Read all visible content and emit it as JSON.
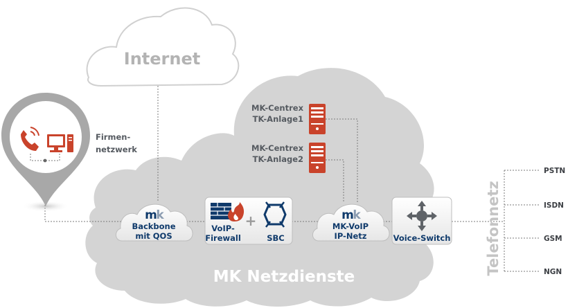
{
  "internet": {
    "label": "Internet"
  },
  "company_network": {
    "label_line1": "Firmen-",
    "label_line2": "netzwerk"
  },
  "cloud": {
    "label": "MK Netzdienste"
  },
  "servers": [
    {
      "line1": "MK-Centrex",
      "line2": "TK-Anlage1"
    },
    {
      "line1": "MK-Centrex",
      "line2": "TK-Anlage2"
    }
  ],
  "nodes": {
    "backbone": {
      "logo": "mk",
      "line1": "Backbone",
      "line2": "mit QOS"
    },
    "firewall": {
      "line1": "VoIP-",
      "line2": "Firewall",
      "plus": "+",
      "sbc": "SBC"
    },
    "voip": {
      "logo": "mk",
      "line1": "MK-VoIP",
      "line2": "IP-Netz"
    },
    "voice_switch": {
      "label": "Voice-Switch"
    }
  },
  "telefonnetz": {
    "label": "Telefonnetz",
    "endpoints": [
      "PSTN",
      "ISDN",
      "GSM",
      "NGN"
    ]
  },
  "colors": {
    "accent_red": "#c9432b",
    "navy": "#0f3a6b",
    "cloud_gray": "#d4d4d4",
    "light_gray": "#bdbdbd"
  }
}
